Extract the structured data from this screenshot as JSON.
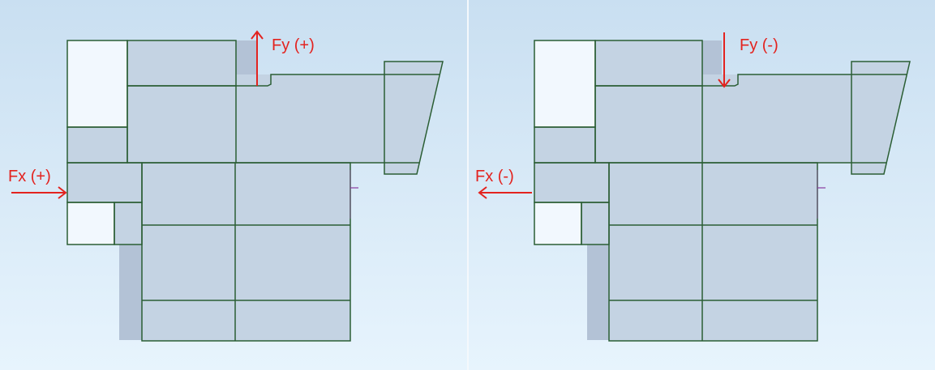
{
  "diagrams": [
    {
      "fx_label": "Fx (+)",
      "fy_label": "Fy (+)",
      "fx_direction": "right",
      "fy_direction": "up"
    },
    {
      "fx_label": "Fx (-)",
      "fy_label": "Fy (-)",
      "fx_direction": "left",
      "fy_direction": "down"
    }
  ],
  "colors": {
    "background_top": "#c9dff1",
    "background_bottom": "#e7f4fd",
    "slab_fill": "#c4d3e3",
    "shadow_fill": "#b3c2d6",
    "outline": "#2b5e34",
    "arrow": "#e3231f",
    "marker": "#8a3a9e"
  }
}
